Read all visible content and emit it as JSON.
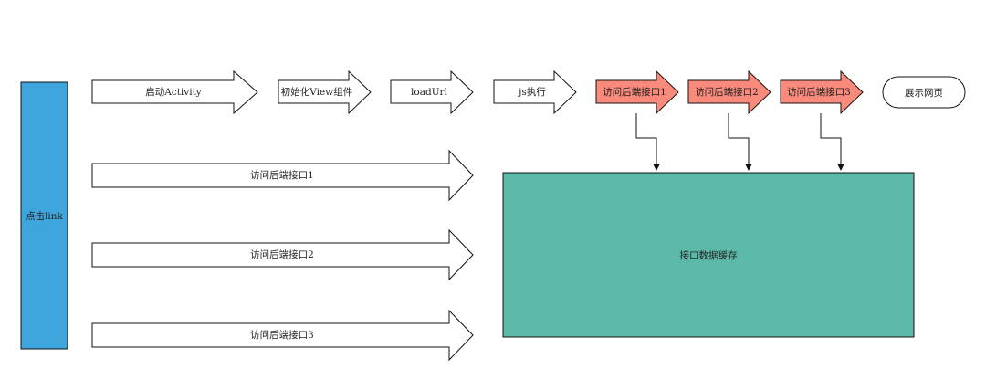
{
  "colors": {
    "trigger": "#3ea5dd",
    "request": "#fa8a7c",
    "cache": "#5cb9a8",
    "plain": "#ffffff",
    "stroke": "#111111"
  },
  "nodes": {
    "click_link": "点击link",
    "start_activity": "启动Activity",
    "init_view": "初始化View组件",
    "load_url": "loadUrl",
    "js_exec": "js执行",
    "request_1_top": "访问后端接口1",
    "request_2_top": "访问后端接口2",
    "request_3_top": "访问后端接口3",
    "show_page": "展示网页",
    "request_1": "访问后端接口1",
    "request_2": "访问后端接口2",
    "request_3": "访问后端接口3",
    "cache": "接口数据缓存"
  }
}
